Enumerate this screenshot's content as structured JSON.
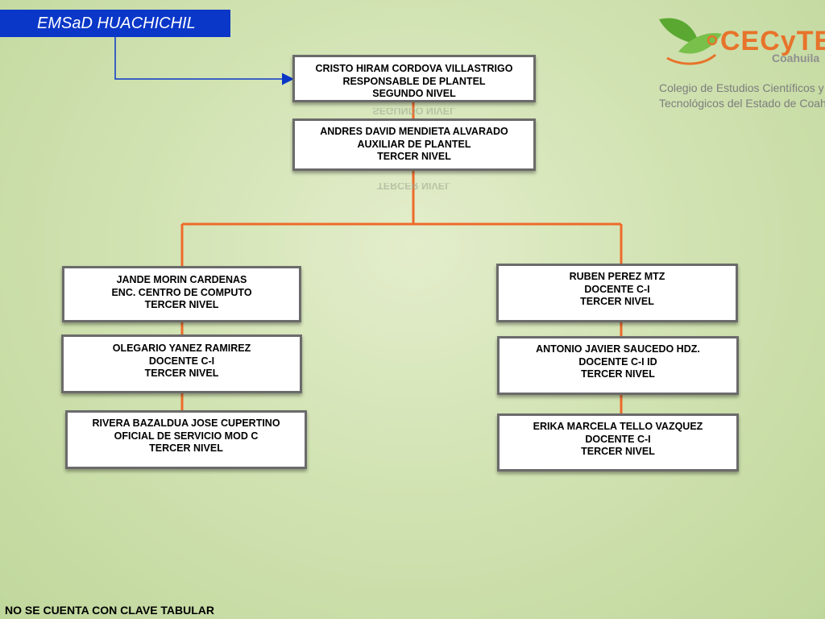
{
  "header": {
    "title": "EMSaD HUACHICHIL"
  },
  "logo": {
    "word": "CECyTE",
    "sub": "Coahuila",
    "description_line1": "Colegio de Estudios Científicos y",
    "description_line2": "Tecnológicos del Estado de Coahuila"
  },
  "nodes": {
    "top": {
      "name": "CRISTO HIRAM CORDOVA VILLASTRIGO",
      "role": "RESPONSABLE DE PLANTEL",
      "level": "SEGUNDO NIVEL"
    },
    "aux": {
      "name": "ANDRES DAVID MENDIETA ALVARADO",
      "role": "AUXILIAR DE PLANTEL",
      "level": "TERCER NIVEL"
    },
    "left1": {
      "name": "JANDE MORIN CARDENAS",
      "role": "ENC. CENTRO DE COMPUTO",
      "level": "TERCER NIVEL"
    },
    "left2": {
      "name": "OLEGARIO YANEZ RAMIREZ",
      "role": "DOCENTE C-I",
      "level": "TERCER NIVEL"
    },
    "left3": {
      "name": "RIVERA BAZALDUA JOSE CUPERTINO",
      "role": "OFICIAL DE SERVICIO MOD C",
      "level": "TERCER NIVEL"
    },
    "right1": {
      "name": "RUBEN PEREZ MTZ",
      "role": "DOCENTE C-I",
      "level": "TERCER NIVEL"
    },
    "right2": {
      "name": "ANTONIO JAVIER SAUCEDO HDZ.",
      "role": "DOCENTE C-I ID",
      "level": "TERCER NIVEL"
    },
    "right3": {
      "name": "ERIKA MARCELA TELLO VAZQUEZ",
      "role": "DOCENTE C-I",
      "level": "TERCER NIVEL"
    }
  },
  "footer": {
    "note": "NO SE CUENTA CON CLAVE TABULAR"
  },
  "colors": {
    "title_bg": "#0a37c8",
    "connector": "#ee6a2a",
    "arrow": "#0a37c8",
    "logo_orange": "#e8732a",
    "logo_green": "#5aa832"
  }
}
